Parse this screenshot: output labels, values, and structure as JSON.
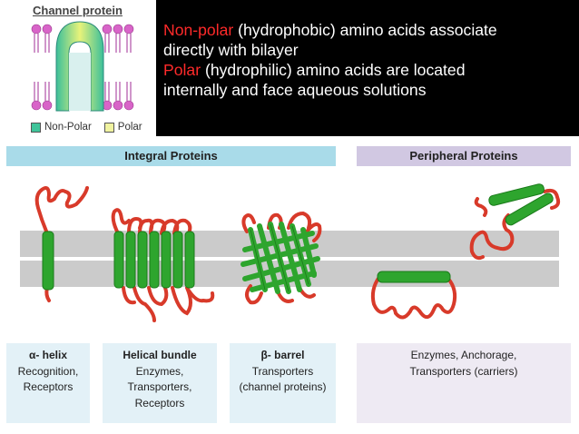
{
  "inset": {
    "title": "Channel protein",
    "legend": [
      {
        "label": "Non-Polar",
        "color": "#3fc49a"
      },
      {
        "label": "Polar",
        "color": "#f0f3a0"
      }
    ]
  },
  "info": {
    "line1_red": "Non-polar",
    "line1_rest": " (hydrophobic) amino acids associate",
    "line2": "directly with bilayer",
    "line3_red": "Polar",
    "line3_rest": " (hydrophilic) amino acids are located",
    "line4": "internally and face aqueous solutions"
  },
  "headers": {
    "integral": "Integral Proteins",
    "peripheral": "Peripheral Proteins"
  },
  "captions": {
    "alpha": {
      "title": "α- helix",
      "lines": [
        "Recognition,",
        "Receptors"
      ]
    },
    "bundle": {
      "title": "Helical bundle",
      "lines": [
        "Enzymes,",
        "Transporters,",
        "Receptors"
      ]
    },
    "barrel": {
      "title": "β- barrel",
      "lines": [
        "Transporters",
        "(channel proteins)"
      ]
    },
    "peripheral": {
      "lines": [
        "Enzymes,  Anchorage,",
        "Transporters (carriers)"
      ]
    }
  },
  "colors": {
    "helix": "#2ea52e",
    "loop": "#d83a2a",
    "membrane": "#c9c9c9",
    "channel_teal": "#6fd0c0",
    "head": "#d864c8"
  }
}
